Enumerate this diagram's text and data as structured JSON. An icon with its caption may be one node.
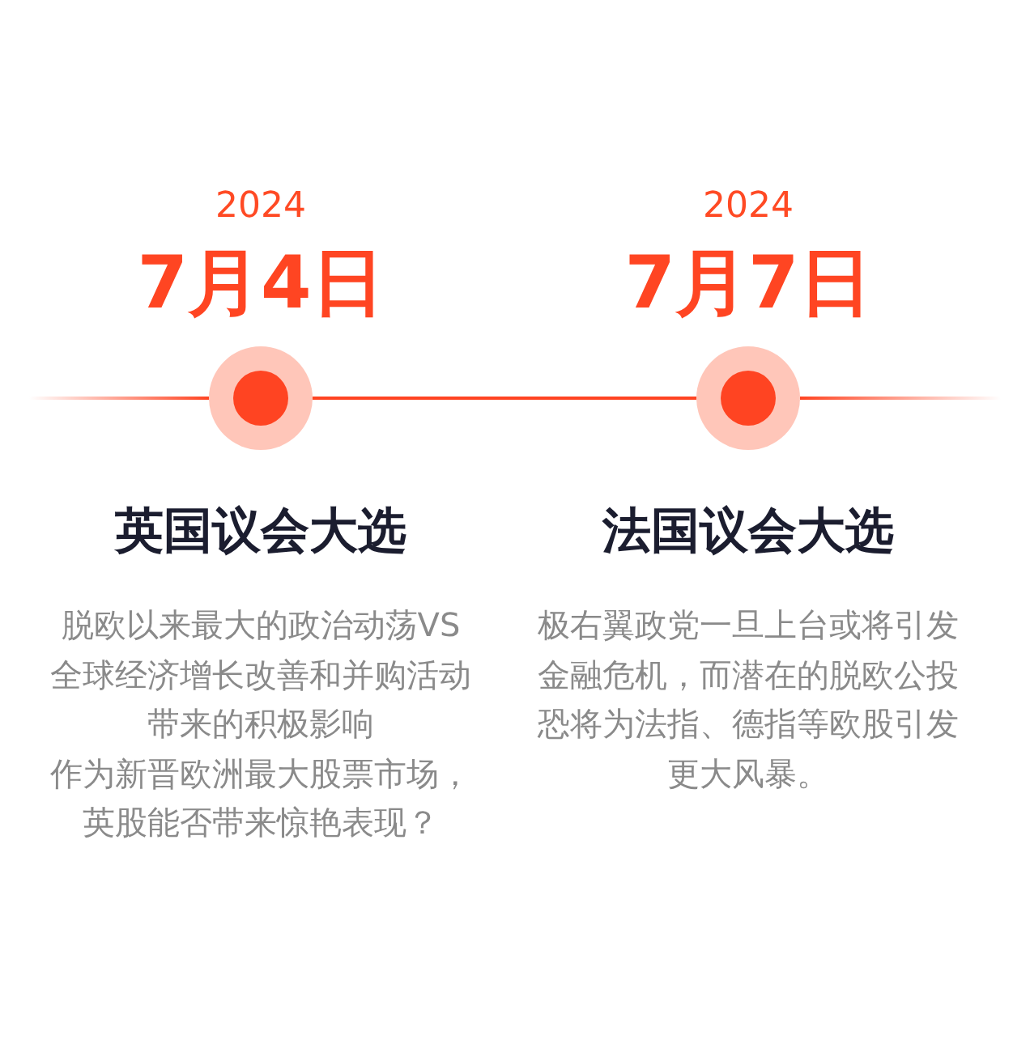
{
  "diagram": {
    "nodes": [
      {
        "text": [],
        "shape": "circle",
        "beside": [
          "2024",
          "7月4日",
          "英国议会大选",
          "脱欧以来最大的政治动荡VS全球经济增长改善和并购活动带来的积极影响",
          "作为新晋欧洲最大股票市场，英股能否带来惊艳表现？"
        ]
      },
      {
        "text": [],
        "shape": "circle",
        "beside": [
          "2024",
          "7月7日",
          "法国议会大选",
          "极右翼政党一旦上台或将引发金融危机，而潜在的脱欧公投恐将为法指、德指等欧股引发更大风暴。"
        ]
      }
    ],
    "edges": [
      {
        "from": null,
        "to": 0,
        "arrow": "none"
      },
      {
        "from": 0,
        "to": 1,
        "arrow": "none"
      },
      {
        "from": 1,
        "to": null,
        "arrow": "none"
      }
    ]
  }
}
